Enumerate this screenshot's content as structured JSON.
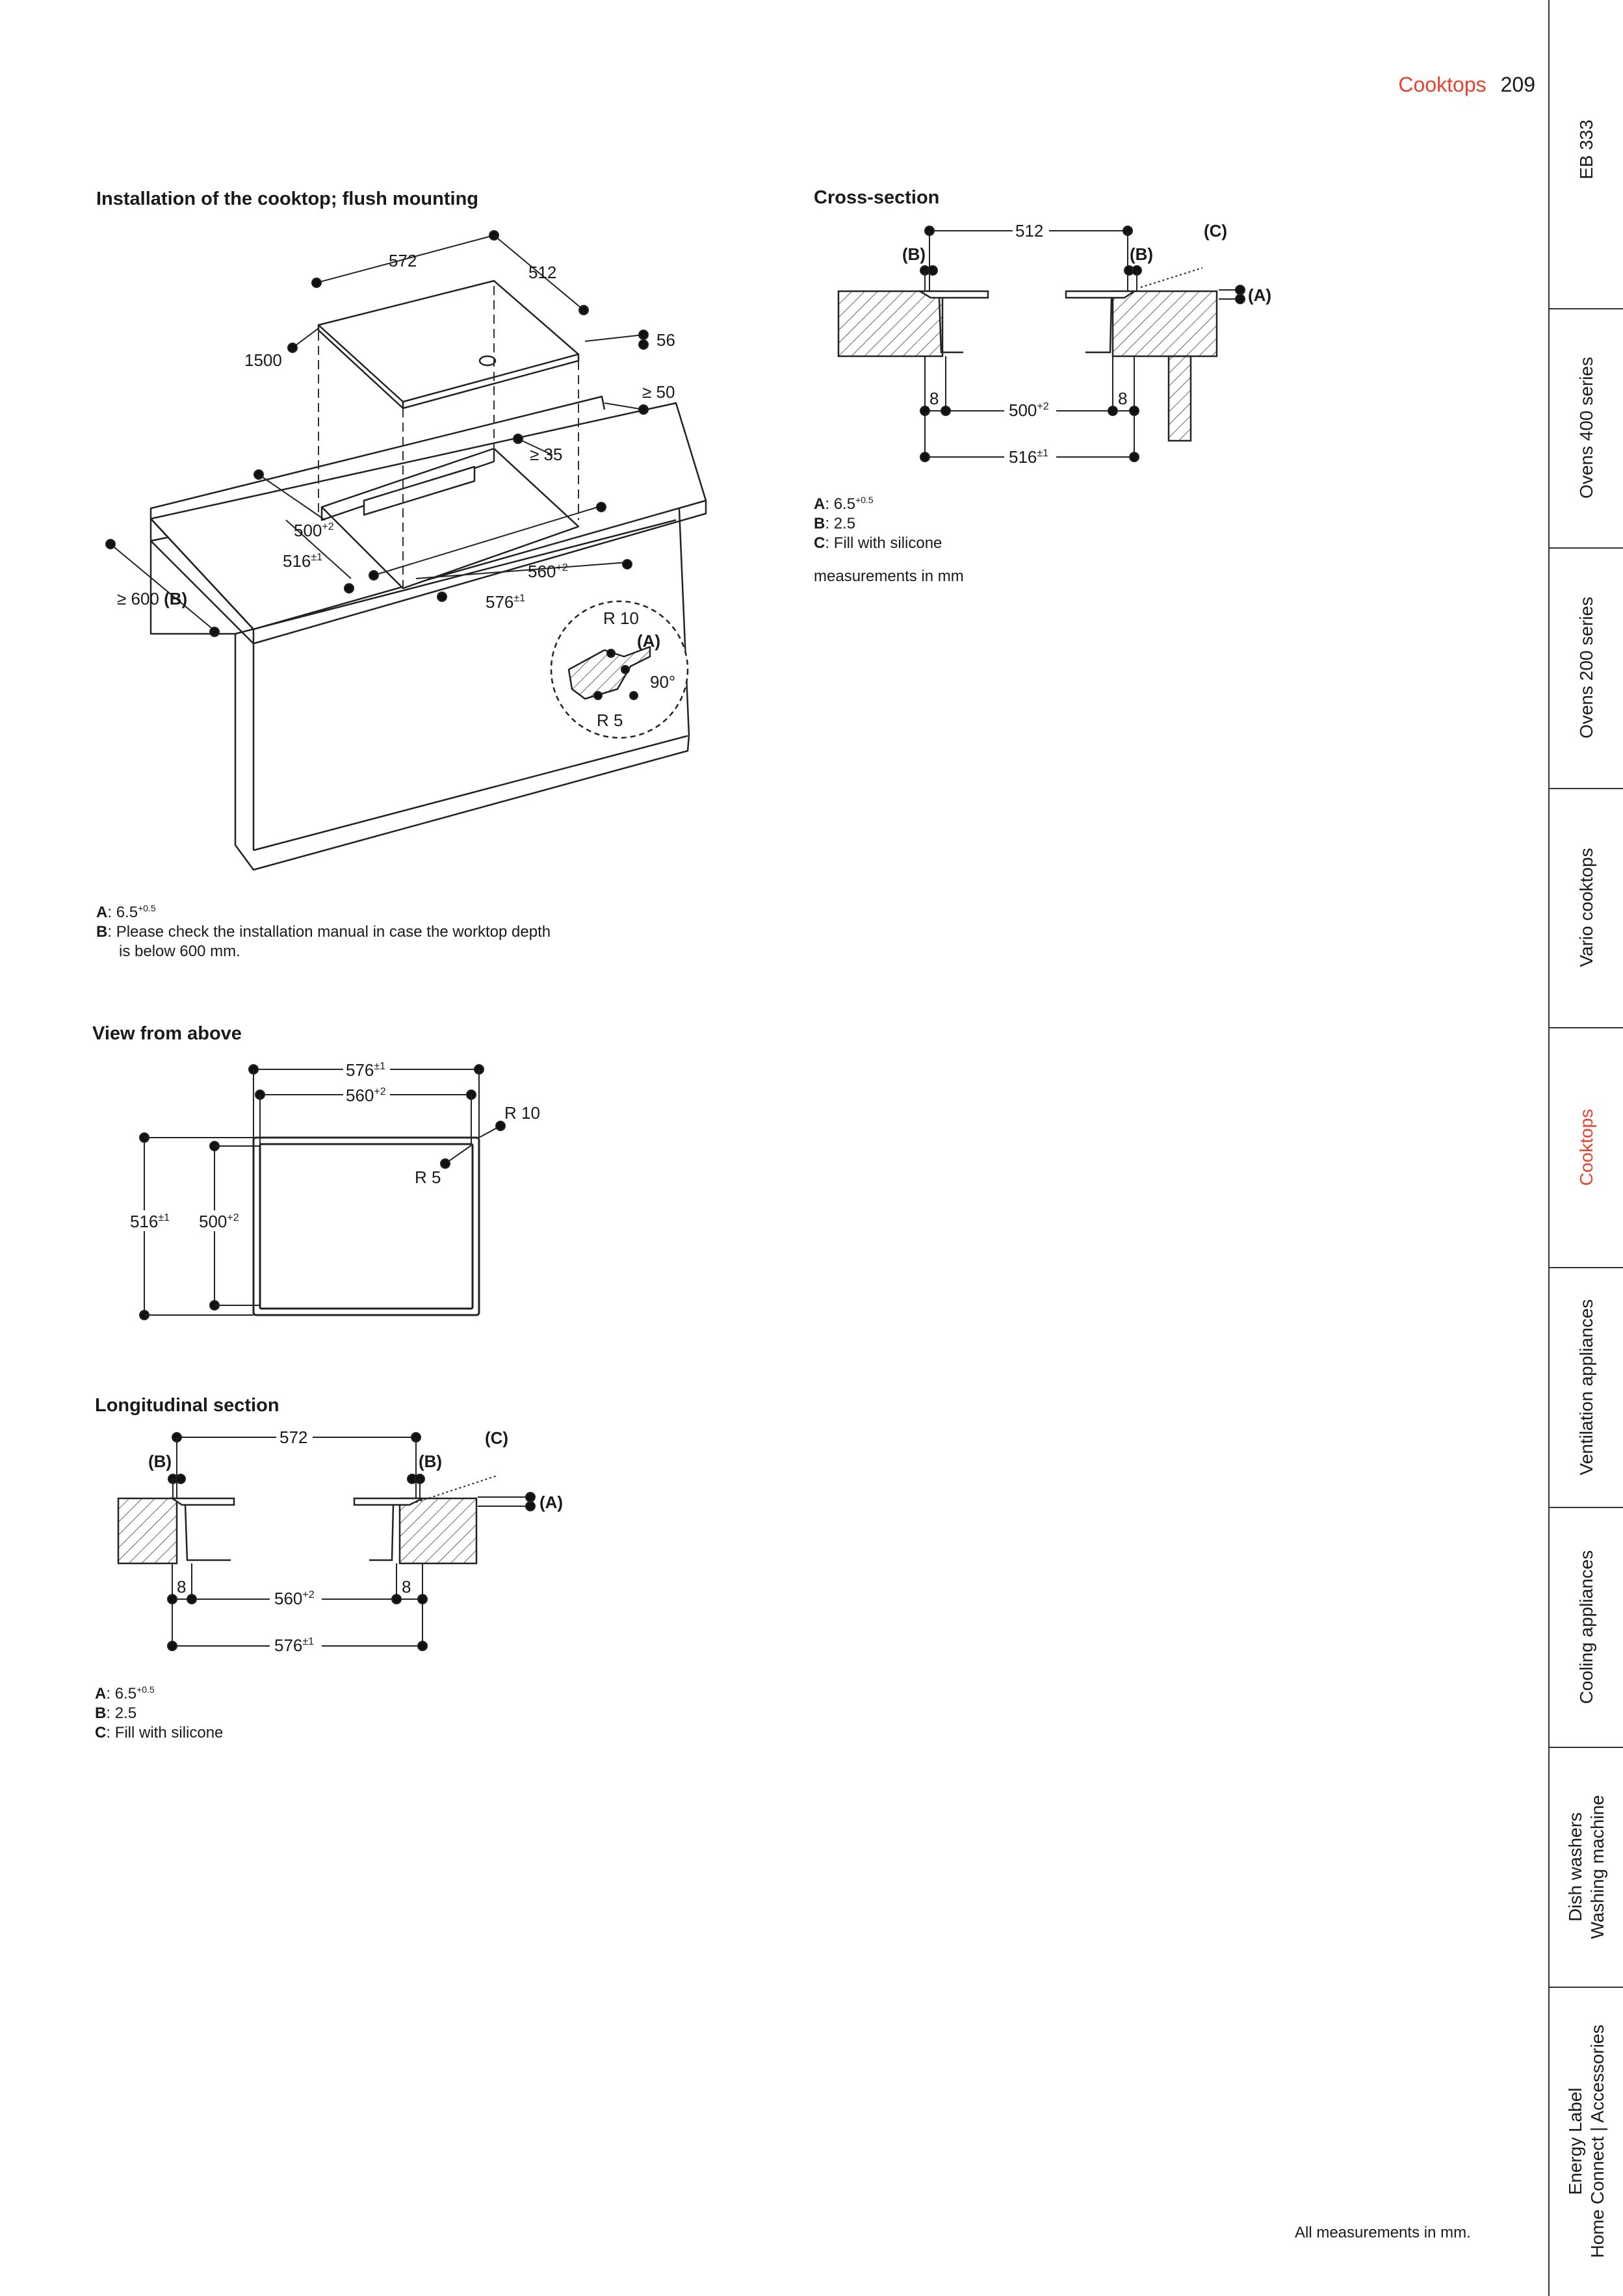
{
  "header": {
    "section": "Cooktops",
    "page_number": "209"
  },
  "sidebar": {
    "tabs": [
      {
        "label": "EB 333",
        "active": false
      },
      {
        "label": "Ovens 400 series",
        "active": false
      },
      {
        "label": "Ovens 200 series",
        "active": false
      },
      {
        "label": "Vario cooktops",
        "active": false
      },
      {
        "label": "Cooktops",
        "active": true
      },
      {
        "label": "Ventilation appliances",
        "active": false
      },
      {
        "label": "Cooling appliances",
        "active": false
      },
      {
        "label": "Dish washers",
        "label2": "Washing machine",
        "active": false
      },
      {
        "label": "Energy Label",
        "label2": "Home Connect | Accessories",
        "active": false
      }
    ]
  },
  "installation": {
    "title": "Installation of the cooktop; flush mounting",
    "dims": {
      "width": "572",
      "depth": "512",
      "cable": "1500",
      "height": "56",
      "wall_gap": "≥ 50",
      "rear_gap": "≥ 35",
      "cut_depth": "500",
      "cut_depth_tol": "+2",
      "rebate_depth": "516",
      "rebate_depth_tol": "±1",
      "cut_width": "560",
      "cut_width_tol": "+2",
      "rebate_width": "576",
      "rebate_width_tol": "±1",
      "worktop": "≥ 600",
      "worktop_ref": "(B)",
      "r10": "R 10",
      "r5": "R 5",
      "angle": "90°",
      "ref_a": "(A)"
    },
    "legend": {
      "a_key": "A",
      "a_value": "6.5",
      "a_tol": "+0.5",
      "b_key": "B",
      "b_value": "Please check the installation manual in case the worktop depth",
      "b_value2": "is below 600 mm."
    }
  },
  "cross_section": {
    "title": "Cross-section",
    "dims": {
      "overall": "512",
      "ref_b": "(B)",
      "ref_c": "(C)",
      "ref_a": "(A)",
      "gap": "8",
      "cut": "500",
      "cut_tol": "+2",
      "rebate": "516",
      "rebate_tol": "±1"
    },
    "legend": {
      "a_key": "A",
      "a_value": "6.5",
      "a_tol": "+0.5",
      "b_key": "B",
      "b_value": "2.5",
      "c_key": "C",
      "c_value": "Fill with silicone"
    },
    "note": "measurements in mm"
  },
  "view_above": {
    "title": "View from above",
    "dims": {
      "rebate_w": "576",
      "rebate_w_tol": "±1",
      "cut_w": "560",
      "cut_w_tol": "+2",
      "r10": "R 10",
      "r5": "R 5",
      "rebate_d": "516",
      "rebate_d_tol": "±1",
      "cut_d": "500",
      "cut_d_tol": "+2"
    }
  },
  "longitudinal": {
    "title": "Longitudinal section",
    "dims": {
      "overall": "572",
      "ref_b": "(B)",
      "ref_c": "(C)",
      "ref_a": "(A)",
      "gap": "8",
      "cut": "560",
      "cut_tol": "+2",
      "rebate": "576",
      "rebate_tol": "±1"
    },
    "legend": {
      "a_key": "A",
      "a_value": "6.5",
      "a_tol": "+0.5",
      "b_key": "B",
      "b_value": "2.5",
      "c_key": "C",
      "c_value": "Fill with silicone"
    }
  },
  "footer": {
    "note": "All measurements in mm."
  }
}
